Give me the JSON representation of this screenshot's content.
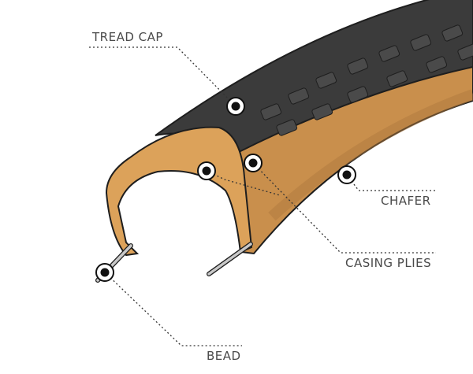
{
  "title": "Tire construction diagram",
  "labels": {
    "tread_cap": "TREAD CAP",
    "chafer": "CHAFER",
    "casing_plies": "CASING PLIES",
    "bead": "BEAD"
  },
  "colors": {
    "tread": "#3b3b3b",
    "tread_block": "#4a4a4a",
    "sidewall": "#c98f4c",
    "casing": "#dca25a",
    "outline": "#1e1e1e",
    "bead_wire": "#b8b8b8",
    "text": "#4a4a4a"
  }
}
